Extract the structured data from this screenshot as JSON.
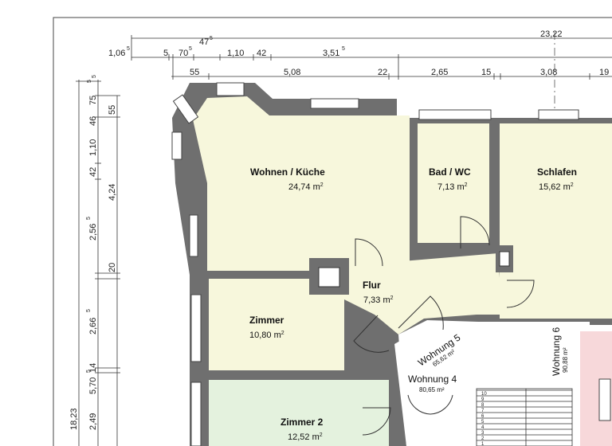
{
  "title": "",
  "dimensions": {
    "top_row1": [
      "23,22"
    ],
    "top_row2": [
      "1,06",
      "5",
      "5",
      "47",
      "5",
      "70",
      "5",
      "1,10",
      "42",
      "3,51",
      "5"
    ],
    "top_row3": [
      "55",
      "5,08",
      "22",
      "2,65",
      "15",
      "3,08",
      "19"
    ],
    "left_col1": [
      "5",
      "5",
      "75",
      "46",
      "1,10",
      "42",
      "2,56",
      "5",
      "2,66",
      "5",
      "14",
      "5,70",
      "5",
      "2,49",
      "18,23"
    ],
    "left_col2": [
      "55",
      "4,24",
      "20"
    ]
  },
  "rooms": [
    {
      "name": "Wohnen / Küche",
      "area": "24,74 m",
      "unit_sup": "2",
      "color": "#f7f7dc"
    },
    {
      "name": "Bad / WC",
      "area": "7,13 m",
      "unit_sup": "2",
      "color": "#f7f7dc"
    },
    {
      "name": "Schlafen",
      "area": "15,62 m",
      "unit_sup": "2",
      "color": "#f7f7dc"
    },
    {
      "name": "Flur",
      "area": "7,33 m",
      "unit_sup": "2",
      "color": "#f7f7dc"
    },
    {
      "name": "Zimmer",
      "area": "10,80 m",
      "unit_sup": "2",
      "color": "#f7f7dc"
    },
    {
      "name": "Zimmer 2",
      "area": "12,52 m",
      "unit_sup": "2",
      "color": "#e4f2de"
    }
  ],
  "units": [
    {
      "name": "Wohnung 5",
      "area": "65,62 m²"
    },
    {
      "name": "Wohnung 4",
      "area": "80,65 m²"
    },
    {
      "name": "Wohnung 6",
      "area": "90,88 m²"
    }
  ],
  "stair_numbers": [
    "10",
    "9",
    "8",
    "7",
    "6",
    "5",
    "4",
    "3",
    "2",
    "1"
  ],
  "colors": {
    "wall": "#6f6f6f",
    "room_yellow": "#f7f7dc",
    "room_green": "#e4f2de",
    "room_pink": "#f7d8da",
    "stair": "#ffffff"
  }
}
